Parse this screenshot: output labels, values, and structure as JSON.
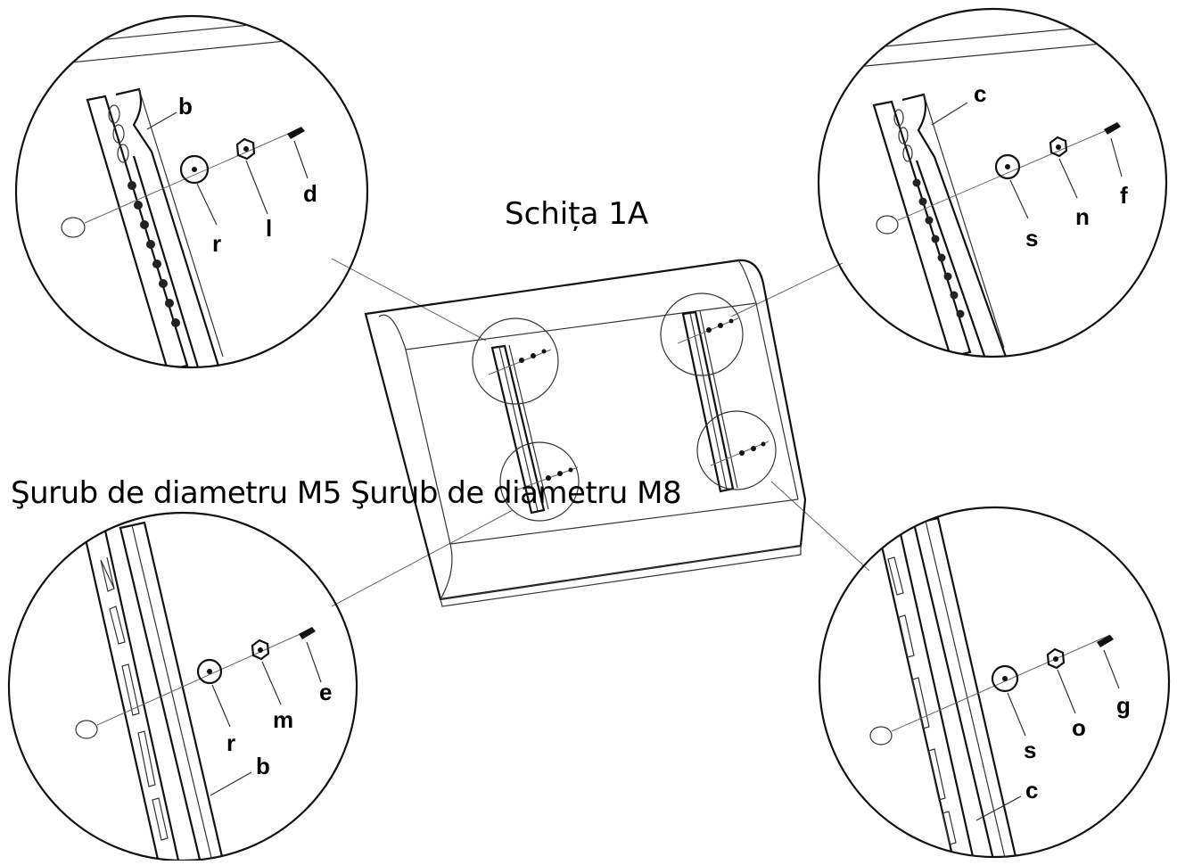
{
  "title": "Schița 1A",
  "screw_caption": "Şurub de diametru M5 Şurub de diametru M8",
  "details": [
    {
      "id": "top-left",
      "rail": "b",
      "washer": "r",
      "nut": "l",
      "screw": "d"
    },
    {
      "id": "top-right",
      "rail": "c",
      "washer": "s",
      "nut": "n",
      "screw": "f"
    },
    {
      "id": "bottom-left",
      "rail": "b",
      "washer": "r",
      "nut": "m",
      "screw": "e"
    },
    {
      "id": "bottom-right",
      "rail": "c",
      "washer": "s",
      "nut": "o",
      "screw": "g"
    }
  ]
}
